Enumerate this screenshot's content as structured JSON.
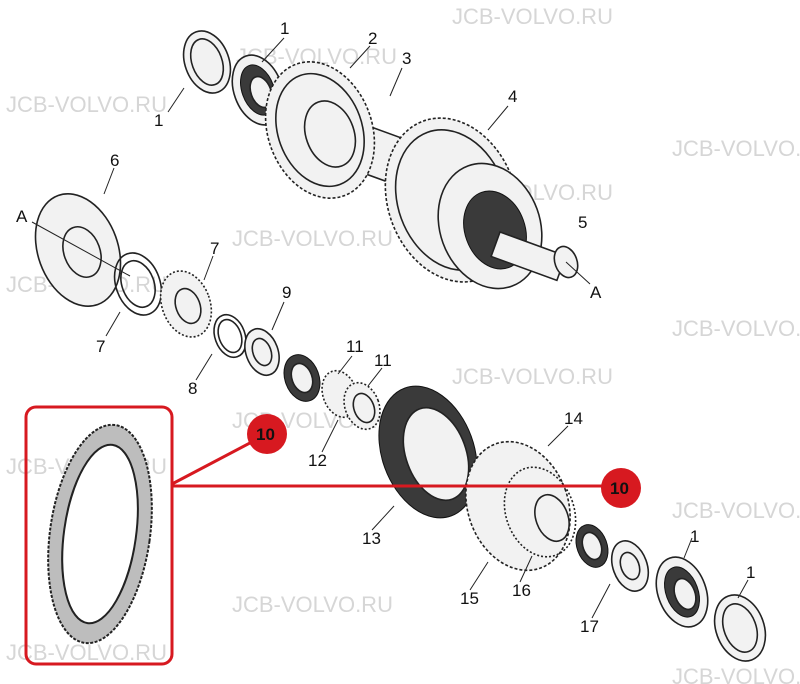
{
  "watermark": {
    "text": "JCB-VOLVO.RU"
  },
  "labels": {
    "l1_top": "1",
    "l1_left": "1",
    "l2": "2",
    "l3": "3",
    "l4": "4",
    "l5": "5",
    "l6": "6",
    "l7_top": "7",
    "l7_left": "7",
    "l8": "8",
    "l9": "9",
    "l11_a": "11",
    "l11_b": "11",
    "l12": "12",
    "l13": "13",
    "l14": "14",
    "l15": "15",
    "l16": "16",
    "l17": "17",
    "l1_br_a": "1",
    "l1_br_b": "1",
    "axis_a_left": "A",
    "axis_a_right": "A"
  },
  "callouts": {
    "badge_left": "10",
    "badge_right": "10"
  },
  "colors": {
    "callout_red": "#d71920",
    "line_red": "#d71920",
    "watermark_gray": "#d6d6d6"
  }
}
